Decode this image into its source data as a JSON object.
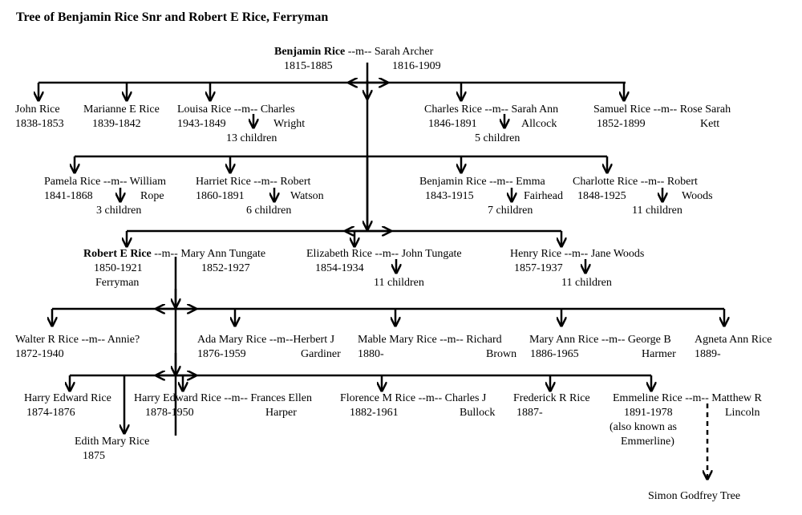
{
  "title": "Tree of Benjamin Rice Snr and Robert E Rice, Ferryman",
  "gen0": {
    "head_name": "Benjamin Rice",
    "marriage": "--m--",
    "spouse": "Sarah Archer",
    "head_dates": "1815-1885",
    "spouse_dates": "1816-1909"
  },
  "gen1_row1": [
    {
      "name": "John Rice",
      "dates": "1838-1853"
    },
    {
      "name": "Marianne E Rice",
      "dates": "1839-1842"
    },
    {
      "name": "Louisa Rice",
      "marriage": "--m--",
      "spouse": "Charles",
      "dates": "1943-1849",
      "spouse_line2": "Wright",
      "children": "13 children"
    },
    {
      "name": "Charles Rice",
      "marriage": "--m--",
      "spouse": "Sarah Ann",
      "dates": "1846-1891",
      "spouse_line2": "Allcock",
      "children": "5 children"
    },
    {
      "name": "Samuel Rice",
      "marriage": "--m--",
      "spouse": "Rose Sarah",
      "dates": "1852-1899",
      "spouse_line2": "Kett"
    }
  ],
  "gen1_row2": [
    {
      "name": "Pamela Rice",
      "marriage": "--m--",
      "spouse": "William",
      "dates": "1841-1868",
      "spouse_line2": "Rope",
      "children": "3 children"
    },
    {
      "name": "Harriet Rice",
      "marriage": "--m--",
      "spouse": "Robert",
      "dates": "1860-1891",
      "spouse_line2": "Watson",
      "children": "6 children"
    },
    {
      "name": "Benjamin Rice",
      "marriage": "--m--",
      "spouse": "Emma",
      "dates": "1843-1915",
      "spouse_line2": "Fairhead",
      "children": "7 children"
    },
    {
      "name": "Charlotte Rice",
      "marriage": "--m--",
      "spouse": "Robert",
      "dates": "1848-1925",
      "spouse_line2": "Woods",
      "children": "11 children"
    }
  ],
  "gen1_row3": [
    {
      "name": "Robert E Rice",
      "marriage": "--m--",
      "spouse": "Mary Ann Tungate",
      "dates": "1850-1921",
      "spouse_dates": "1852-1927",
      "occupation": "Ferryman"
    },
    {
      "name": "Elizabeth Rice",
      "marriage": "--m--",
      "spouse": "John Tungate",
      "dates": "1854-1934",
      "children": "11 children"
    },
    {
      "name": "Henry Rice",
      "marriage": "--m--",
      "spouse": "Jane Woods",
      "dates": "1857-1937",
      "children": "11 children"
    }
  ],
  "gen2_row1": [
    {
      "name": "Walter R Rice",
      "marriage": "--m--",
      "spouse": "Annie?",
      "dates": "1872-1940"
    },
    {
      "name": "Ada Mary Rice",
      "marriage": "--m--",
      "spouse": "Herbert J",
      "dates": "1876-1959",
      "spouse_line2": "Gardiner"
    },
    {
      "name": "Mable Mary Rice",
      "marriage": "--m--",
      "spouse": "Richard",
      "dates": "1880-",
      "spouse_line2": "Brown"
    },
    {
      "name": "Mary Ann Rice",
      "marriage": "--m--",
      "spouse": "George B",
      "dates": "1886-1965",
      "spouse_line2": "Harmer"
    },
    {
      "name": "Agneta Ann Rice",
      "dates": "1889-"
    }
  ],
  "gen2_row2": [
    {
      "name": "Harry Edward Rice",
      "dates": "1874-1876"
    },
    {
      "name": "Harry Edward Rice",
      "marriage": "--m--",
      "spouse": "Frances Ellen",
      "dates": "1878-1950",
      "spouse_line2": "Harper"
    },
    {
      "name": "Florence M Rice",
      "marriage": "--m--",
      "spouse": "Charles J",
      "dates": "1882-1961",
      "spouse_line2": "Bullock"
    },
    {
      "name": "Frederick R Rice",
      "dates": "1887-"
    },
    {
      "name": "Emmeline Rice",
      "marriage": "--m--",
      "spouse": "Matthew R",
      "dates": "1891-1978",
      "spouse_line2": "Lincoln",
      "note_line1": "(also known as",
      "note_line2": "Emmerline)"
    },
    {
      "name": "Edith Mary Rice",
      "dates": "1875"
    }
  ],
  "link": {
    "label": "Simon Godfrey Tree"
  }
}
